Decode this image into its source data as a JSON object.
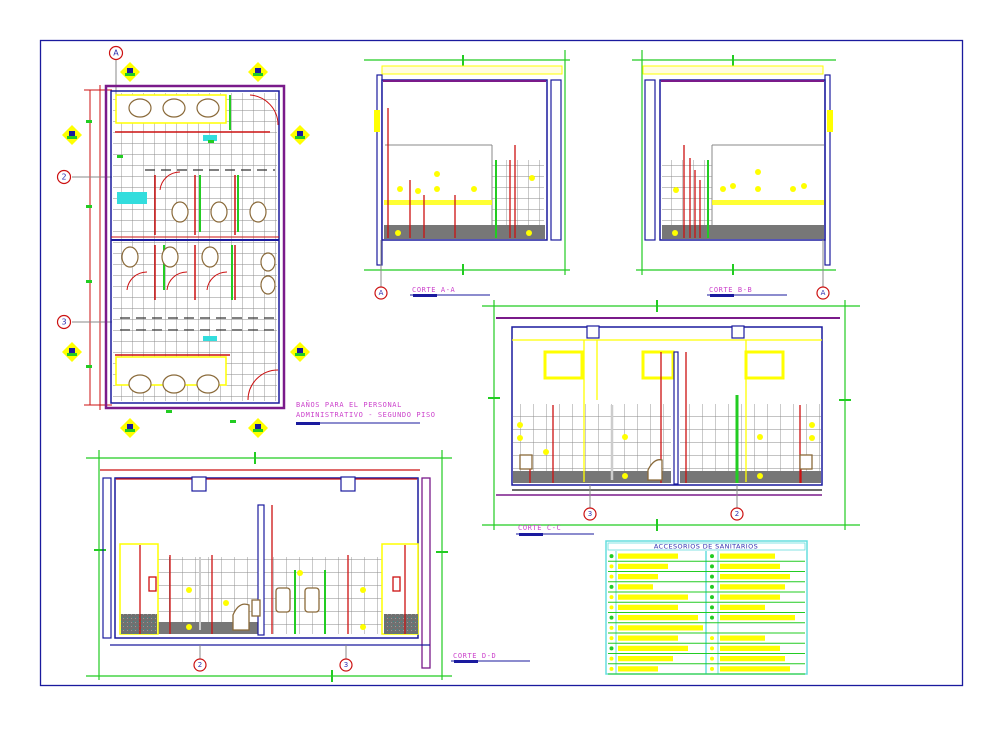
{
  "sheet": {
    "border_color": "#1a1a9e",
    "colors": {
      "wall_outer": "#1a1a9e",
      "wall_inner": "#cc1111",
      "wall_purple": "#7a1a8a",
      "dimension": "#22cc22",
      "tile_grid": "#888888",
      "highlight": "#ffff00",
      "label": "#cc44cc",
      "fixture": "#8a6a3a",
      "floor": "#777777",
      "table_border": "#66dddd",
      "accent_cyan": "#33dddd"
    }
  },
  "plan": {
    "title_line1": "BAÑOS PARA EL PERSONAL",
    "title_line2": "ADMINISTRATIVO - SEGUNDO PISO",
    "axes": {
      "top": "A",
      "left_upper": "2",
      "left_lower": "3"
    }
  },
  "sections": [
    {
      "id": "A-A",
      "label": "CORTE A-A",
      "axis": "A"
    },
    {
      "id": "B-B",
      "label": "CORTE B-B",
      "axis": "A"
    },
    {
      "id": "C-C",
      "label": "CORTE C-C",
      "axes": [
        "3",
        "2"
      ]
    },
    {
      "id": "D-D",
      "label": "CORTE D-D",
      "axes": [
        "2",
        "3"
      ]
    }
  ],
  "legend_table": {
    "title": "ACCESORIOS DE SANITARIOS",
    "rows": 12,
    "left_bars": [
      60,
      50,
      40,
      35,
      70,
      60,
      80,
      85,
      60,
      70,
      55,
      40
    ],
    "right_bars": [
      55,
      60,
      70,
      65,
      60,
      45,
      75,
      0,
      45,
      60,
      65,
      70
    ]
  }
}
